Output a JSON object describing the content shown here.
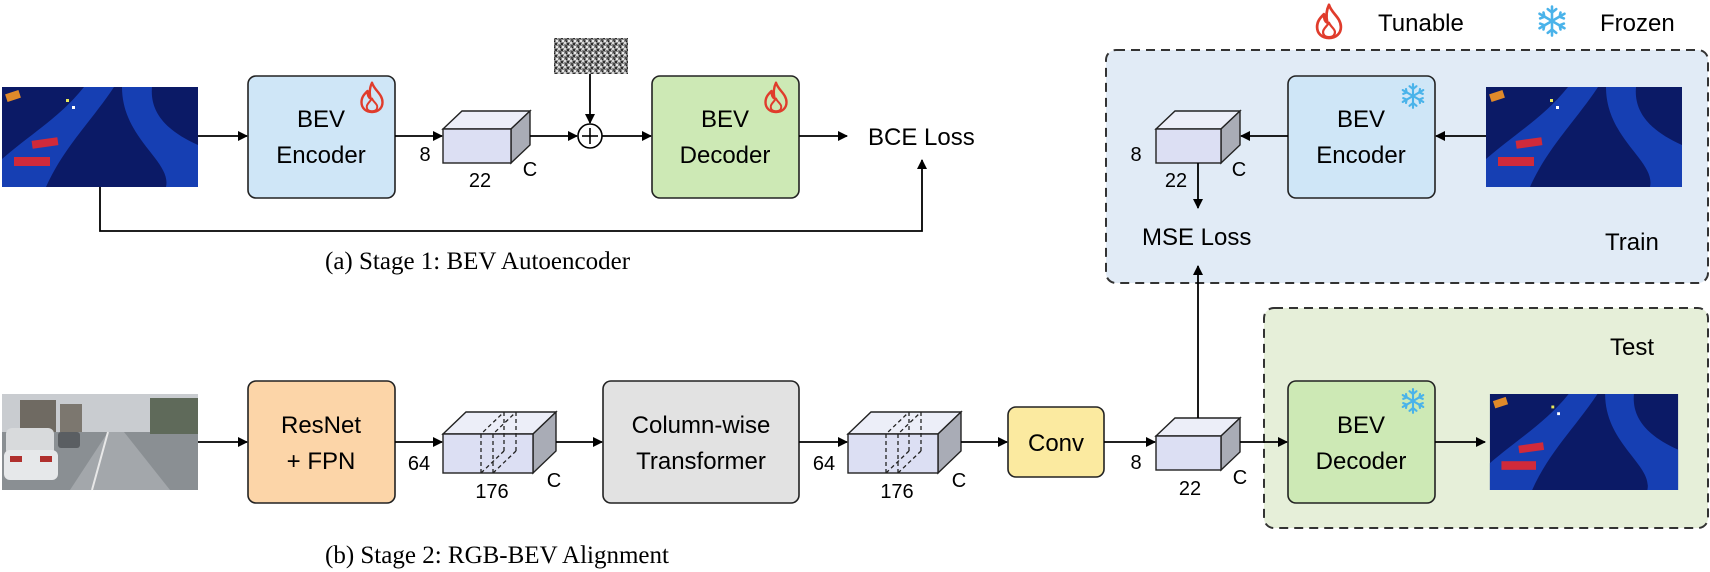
{
  "legend": {
    "tunable_label": "Tunable",
    "frozen_label": "Frozen",
    "tunable_icon": "flame-icon",
    "frozen_icon": "snowflake-icon"
  },
  "stage1": {
    "caption": "(a) Stage 1: BEV Autoencoder",
    "encoder": {
      "line1": "BEV",
      "line2": "Encoder"
    },
    "decoder": {
      "line1": "BEV",
      "line2": "Decoder"
    },
    "latent": {
      "height": "8",
      "width": "22",
      "channels": "C"
    },
    "loss": "BCE Loss"
  },
  "train": {
    "label": "Train",
    "encoder": {
      "line1": "BEV",
      "line2": "Encoder"
    },
    "latent": {
      "height": "8",
      "width": "22",
      "channels": "C"
    },
    "loss": "MSE Loss"
  },
  "test": {
    "label": "Test",
    "decoder": {
      "line1": "BEV",
      "line2": "Decoder"
    }
  },
  "stage2": {
    "caption": "(b) Stage 2: RGB-BEV Alignment",
    "backbone": {
      "line1": "ResNet",
      "line2": "+ FPN"
    },
    "feat1": {
      "height": "64",
      "width": "176",
      "channels": "C"
    },
    "transformer": {
      "line1": "Column-wise",
      "line2": "Transformer"
    },
    "feat2": {
      "height": "64",
      "width": "176",
      "channels": "C"
    },
    "conv": "Conv",
    "latent": {
      "height": "8",
      "width": "22",
      "channels": "C"
    }
  },
  "colors": {
    "encoder_fill": "#cfe6f7",
    "decoder_fill": "#cde9b5",
    "backbone_fill": "#fcd5a8",
    "transformer_fill": "#e2e2e2",
    "conv_fill": "#fbeaa0",
    "train_bg": "#e1ebf6",
    "test_bg": "#e6efd9",
    "cube_front": "#dcdff3",
    "cube_top": "#eceef8",
    "cube_side": "#a9acb6",
    "flame": "#e03c2c",
    "snow": "#4ab3ea",
    "bev_bg": "#0b1a66",
    "bev_road": "#163fb3"
  }
}
